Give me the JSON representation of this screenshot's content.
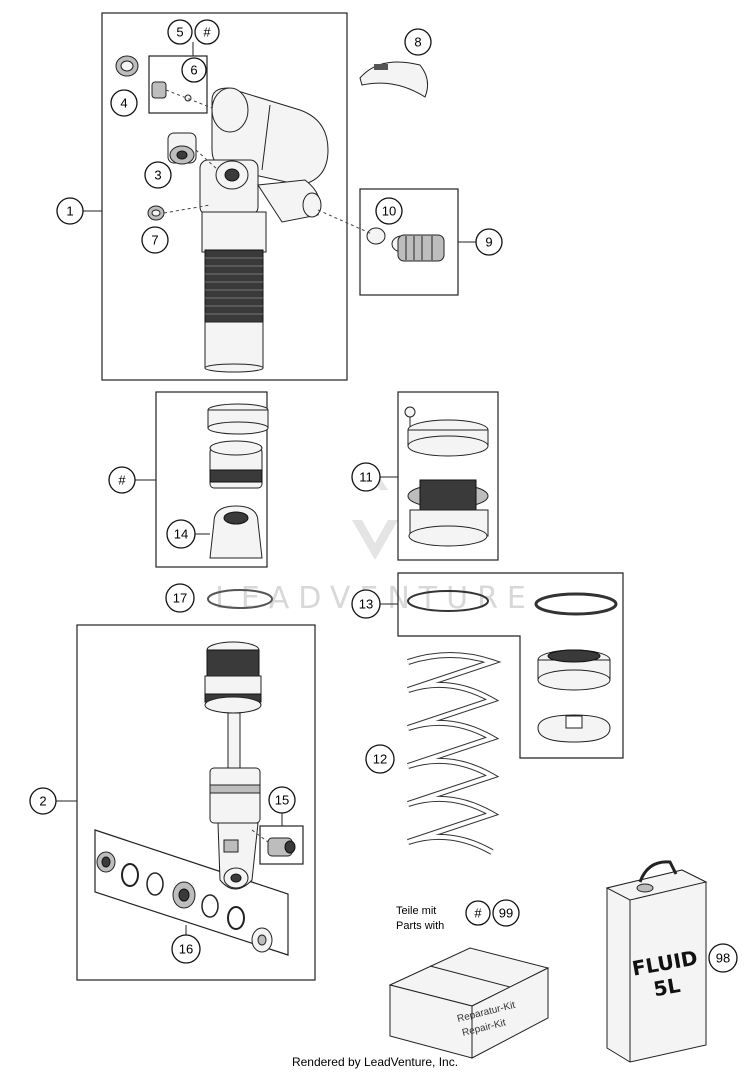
{
  "callouts": {
    "c1": "1",
    "c2": "2",
    "c3": "3",
    "c4": "4",
    "c5": "5",
    "c5hash": "#",
    "c6": "6",
    "c7": "7",
    "c8": "8",
    "c9": "9",
    "c10": "10",
    "c11": "11",
    "c12": "12",
    "c13": "13",
    "c14": "14",
    "c14hash": "#",
    "c15": "15",
    "c16": "16",
    "c17": "17",
    "c98": "98",
    "c99": "99",
    "c99hash": "#"
  },
  "notes": {
    "parts_de": "Teile mit",
    "parts_en": "Parts with"
  },
  "kit": {
    "label_de": "Reparatur-Kit",
    "label_en": "Repair-Kit"
  },
  "fluid": {
    "line1": "FLUID",
    "line2": "5L"
  },
  "watermark": "LEADVENTURE",
  "credit": "Rendered by LeadVenture, Inc."
}
